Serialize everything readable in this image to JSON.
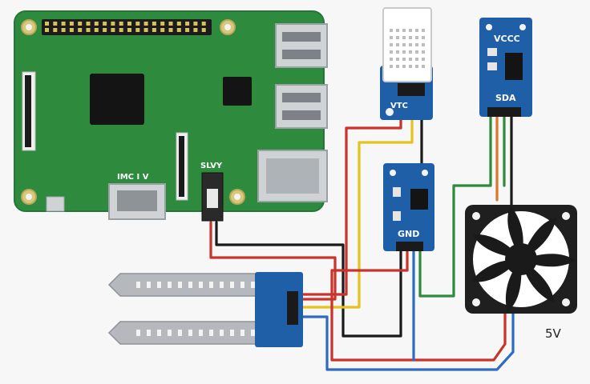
{
  "labels": {
    "pi_silk_1": "IMC I V",
    "pi_silk_2": "SLVY",
    "dht_pin": "VTC",
    "oled_top": "VCCC",
    "oled_pin": "SDA",
    "relay_pin": "GND",
    "fan_voltage": "5V"
  },
  "colors": {
    "pcb_green": "#2e8b3e",
    "module_blue": "#1f5fa8",
    "wire_red": "#c8332b",
    "wire_orange": "#d9772a",
    "wire_yellow": "#e6c21f",
    "wire_black": "#1a1a1a",
    "wire_blue": "#2f6cc0",
    "wire_green": "#2f8a3c"
  }
}
